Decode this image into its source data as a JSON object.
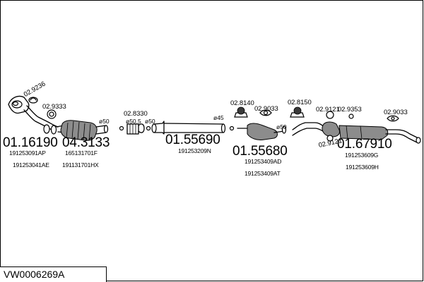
{
  "diagram_code": "VW0006269A",
  "main_parts": [
    {
      "id": "p1",
      "number": "01.16190",
      "refs": [
        "191253091AP",
        "191253041AE"
      ]
    },
    {
      "id": "p2",
      "number": "04.3133",
      "refs": [
        "165131701F",
        "191131701HX"
      ]
    },
    {
      "id": "p3",
      "number": "01.55690",
      "refs": [
        "191253209N"
      ]
    },
    {
      "id": "p4",
      "number": "01.55680",
      "refs": [
        "191253409AD",
        "191253409AT"
      ]
    },
    {
      "id": "p5",
      "number": "01.67910",
      "refs": [
        "191253609G",
        "191253609H"
      ]
    }
  ],
  "fittings": [
    {
      "id": "f1",
      "number": "02.9236"
    },
    {
      "id": "f2",
      "number": "02.9333"
    },
    {
      "id": "f3",
      "number": "02.8330"
    },
    {
      "id": "f4",
      "number": "02.8140"
    },
    {
      "id": "f5",
      "number": "02.9033"
    },
    {
      "id": "f6",
      "number": "02.8150"
    },
    {
      "id": "f7",
      "number": "02.9121"
    },
    {
      "id": "f8",
      "number": "02.9353"
    },
    {
      "id": "f9",
      "number": "02.9033"
    },
    {
      "id": "f10",
      "number": "02.9121"
    }
  ],
  "dimensions": [
    {
      "id": "d1",
      "label": "ø50"
    },
    {
      "id": "d2",
      "label": "ø50.5"
    },
    {
      "id": "d3",
      "label": "ø50"
    },
    {
      "id": "d4",
      "label": "ø45"
    },
    {
      "id": "d5",
      "label": "ø50"
    }
  ]
}
